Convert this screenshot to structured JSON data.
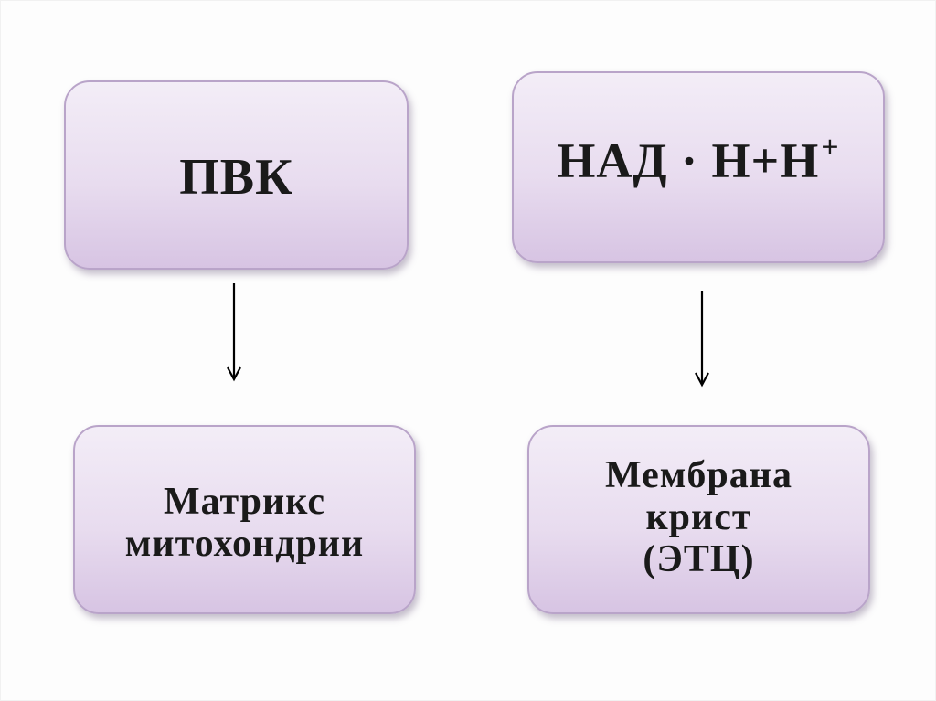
{
  "nodes": {
    "pvk": {
      "label": "ПВК"
    },
    "nad": {
      "label": "НАД · Н+Н",
      "superscript": "+"
    },
    "matrix": {
      "label": "Матрикс\nмитохондрии"
    },
    "membrane": {
      "label": "Мембрана\nкрист\n(ЭТЦ)"
    }
  },
  "edges": [
    {
      "from": "ПВК",
      "to": "Матрикс митохондрии"
    },
    {
      "from": "НАД · Н+Н+",
      "to": "Мембрана крист (ЭТЦ)"
    }
  ],
  "colors": {
    "box_fill_top": "#f3edf7",
    "box_fill_bottom": "#d7c4e3",
    "box_border": "#b9a4c9",
    "arrow": "#000000",
    "text": "#1a1a1a"
  }
}
